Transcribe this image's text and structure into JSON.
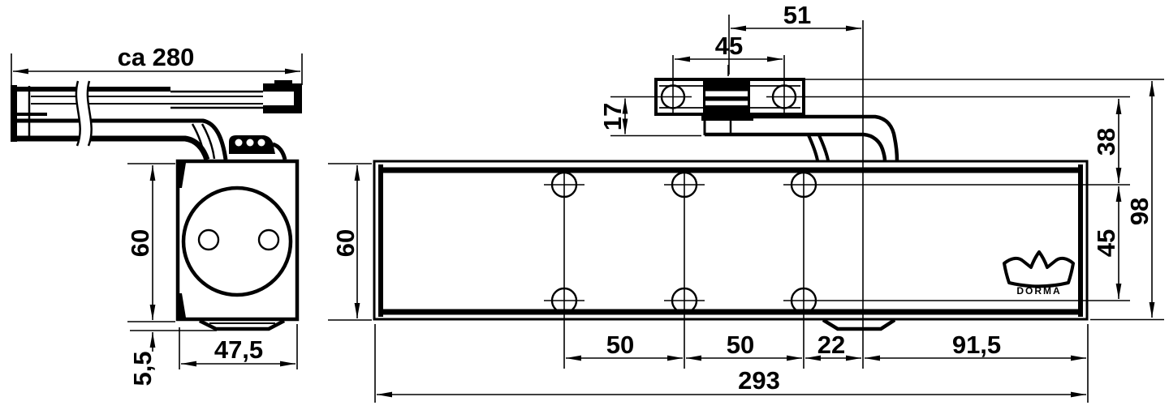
{
  "brand": "DORMA",
  "views": {
    "side": {
      "arm_length": "ca 280",
      "body_height": "60",
      "base_offset": "5,5",
      "body_width": "47,5"
    },
    "front": {
      "spindle_to_axis": "51",
      "bracket_hole_spacing": "45",
      "bracket_height": "17",
      "top_hole_offset": "38",
      "hole_row_spacing": "45",
      "overall_height": "98",
      "body_height": "60",
      "hole_spacing_left": "50",
      "hole_spacing_right": "50",
      "hole_to_axis": "22",
      "axis_to_end": "91,5",
      "body_length": "293"
    }
  }
}
